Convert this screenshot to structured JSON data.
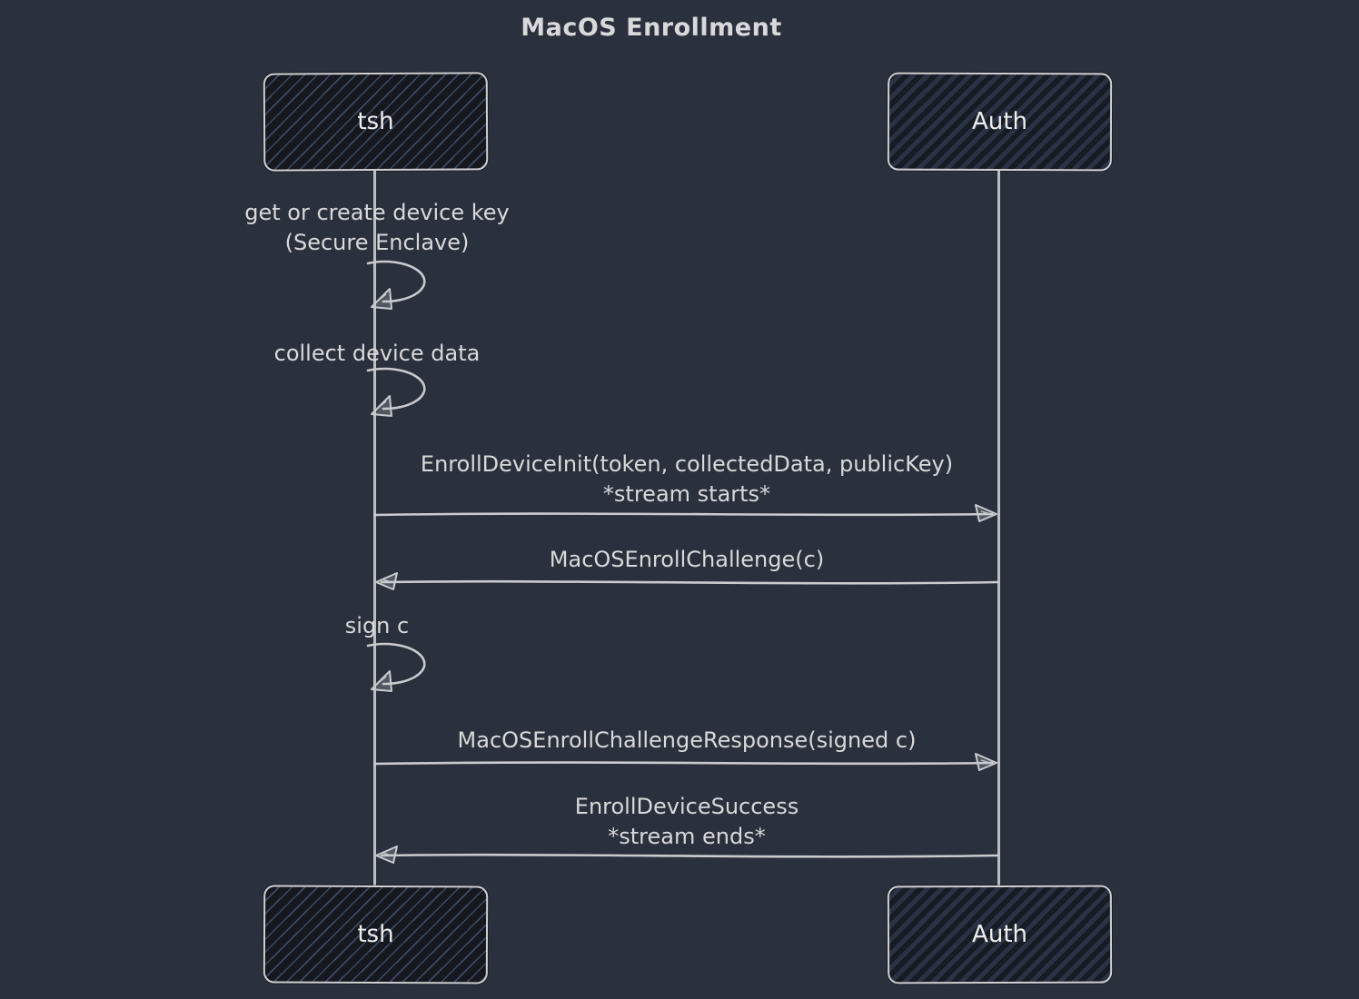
{
  "title": "MacOS Enrollment",
  "diagram_type": "sequence",
  "colors": {
    "background": "#2a303c",
    "stroke": "#c9cbd0",
    "text": "#d8d9dc",
    "box_border": "#ced0d4",
    "tsh_fill": "#15181f",
    "tsh_hatch": "#3d4a61",
    "auth_fill": "#2b3342",
    "auth_hatch": "#171b24"
  },
  "actors": {
    "left": "tsh",
    "right": "Auth"
  },
  "events": [
    {
      "type": "self",
      "actor": "tsh",
      "line1": "get or create device key",
      "line2": "(Secure Enclave)"
    },
    {
      "type": "self",
      "actor": "tsh",
      "line1": "collect device data"
    },
    {
      "type": "message",
      "from": "tsh",
      "to": "Auth",
      "line1": "EnrollDeviceInit(token, collectedData, publicKey)",
      "line2": "*stream starts*",
      "direction": "right"
    },
    {
      "type": "message",
      "from": "Auth",
      "to": "tsh",
      "line1": "MacOSEnrollChallenge(c)",
      "direction": "left"
    },
    {
      "type": "self",
      "actor": "tsh",
      "line1": "sign c"
    },
    {
      "type": "message",
      "from": "tsh",
      "to": "Auth",
      "line1": "MacOSEnrollChallengeResponse(signed c)",
      "direction": "right"
    },
    {
      "type": "message",
      "from": "Auth",
      "to": "tsh",
      "line1": "EnrollDeviceSuccess",
      "line2": "*stream ends*",
      "direction": "left"
    }
  ]
}
